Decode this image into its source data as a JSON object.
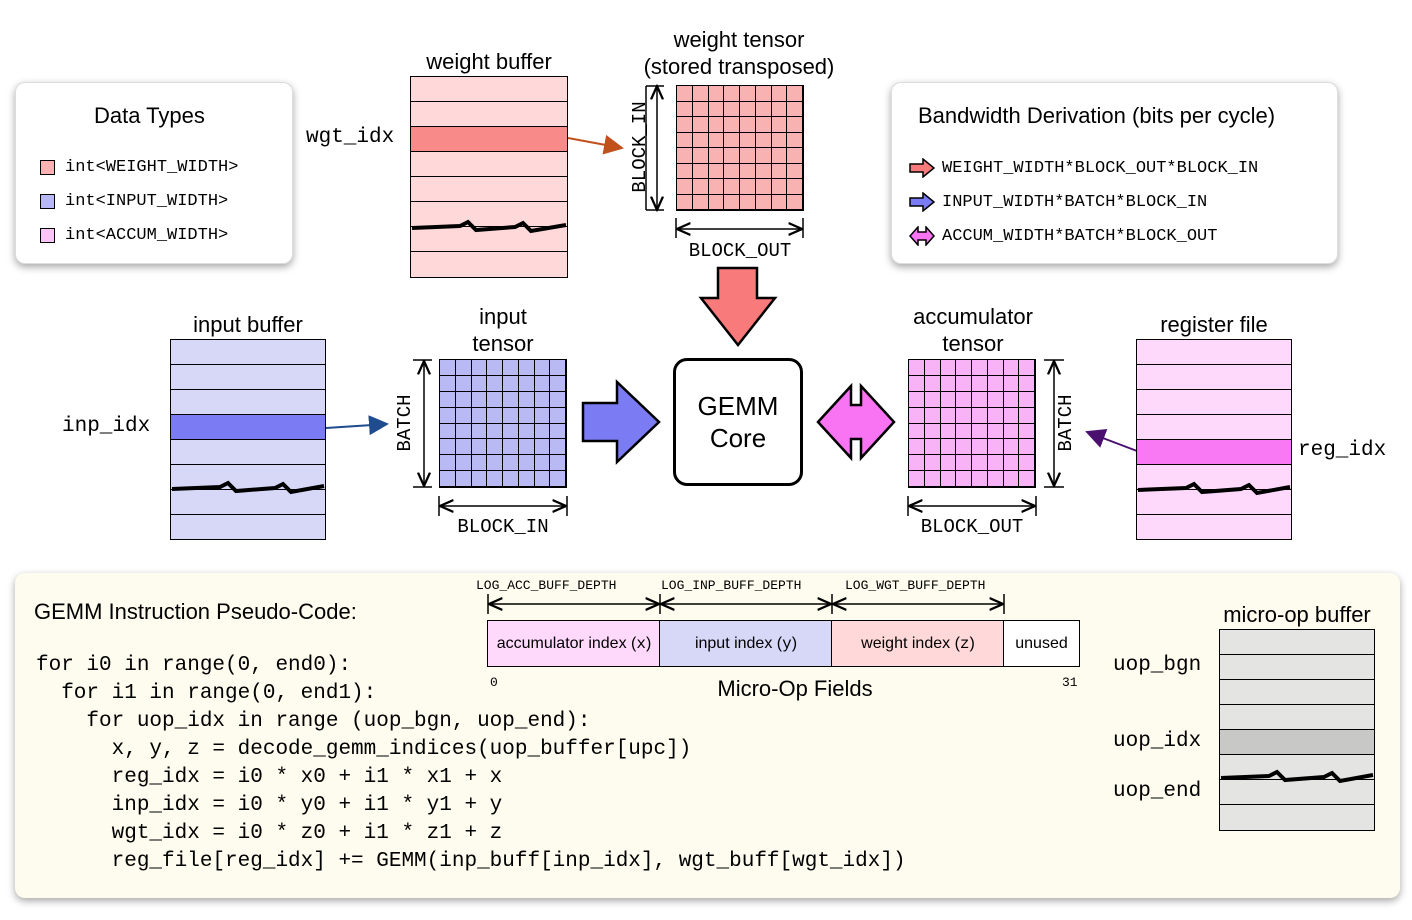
{
  "colors": {
    "weight": "#ffd9da",
    "weight_hi": "#f98a8a",
    "weight_grid": "#f9b2b2",
    "input": "#d7d8f8",
    "input_hi": "#7b7bf4",
    "input_grid": "#b9b9f4",
    "accum": "#fed9fc",
    "accum_hi": "#f978f4",
    "accum_grid": "#f8b2f6",
    "uop": "#e4e4e2",
    "uop_hi": "#c8c8c6",
    "arrow_weight": "#c0501c",
    "arrow_input": "#1f4b8f",
    "arrow_accum": "#4a1070"
  },
  "data_types": {
    "title": "Data Types",
    "items": [
      {
        "label": "int<WEIGHT_WIDTH>",
        "color": "#fab2b2"
      },
      {
        "label": "int<INPUT_WIDTH>",
        "color": "#b8b8f4"
      },
      {
        "label": "int<ACCUM_WIDTH>",
        "color": "#fbc4f8"
      }
    ]
  },
  "bandwidth": {
    "title": "Bandwidth Derivation (bits per cycle)",
    "items": [
      {
        "label": "WEIGHT_WIDTH*BLOCK_OUT*BLOCK_IN",
        "icon": "red-arrow-icon"
      },
      {
        "label": "INPUT_WIDTH*BATCH*BLOCK_IN",
        "icon": "blue-arrow-icon"
      },
      {
        "label": "ACCUM_WIDTH*BATCH*BLOCK_OUT",
        "icon": "pink-double-arrow-icon"
      }
    ]
  },
  "weight_buffer": {
    "title": "weight buffer",
    "index_label": "wgt_idx"
  },
  "weight_tensor": {
    "title_line1": "weight tensor",
    "title_line2": "(stored transposed)",
    "dim_v": "BLOCK_IN",
    "dim_h": "BLOCK_OUT"
  },
  "input_buffer": {
    "title": "input buffer",
    "index_label": "inp_idx"
  },
  "input_tensor": {
    "title_line1": "input",
    "title_line2": "tensor",
    "dim_v": "BATCH",
    "dim_h": "BLOCK_IN"
  },
  "core": {
    "line1": "GEMM",
    "line2": "Core"
  },
  "accum_tensor": {
    "title_line1": "accumulator",
    "title_line2": "tensor",
    "dim_v": "BATCH",
    "dim_h": "BLOCK_OUT"
  },
  "register_file": {
    "title": "register file",
    "index_label": "reg_idx"
  },
  "pseudo_code": {
    "title": "GEMM Instruction Pseudo-Code:",
    "lines": [
      "for i0 in range(0, end0):",
      "  for i1 in range(0, end1):",
      "    for uop_idx in range (uop_bgn, uop_end):",
      "      x, y, z = decode_gemm_indices(uop_buffer[upc])",
      "      reg_idx = i0 * x0 + i1 * x1 + x",
      "      inp_idx = i0 * y0 + i1 * y1 + y",
      "      wgt_idx = i0 * z0 + i1 * z1 + z",
      "      reg_file[reg_idx] += GEMM(inp_buff[inp_idx], wgt_buff[wgt_idx])"
    ]
  },
  "micro_op": {
    "caption": "Micro-Op Fields",
    "depth_labels": [
      "LOG_ACC_BUFF_DEPTH",
      "LOG_INP_BUFF_DEPTH",
      "LOG_WGT_BUFF_DEPTH"
    ],
    "fields": [
      {
        "prefix": "accumulator index (",
        "var": "x",
        "suffix": ")"
      },
      {
        "prefix": "input index (",
        "var": "y",
        "suffix": ")"
      },
      {
        "prefix": "weight index (",
        "var": "z",
        "suffix": ")"
      },
      {
        "prefix": "unused",
        "var": "",
        "suffix": ""
      }
    ],
    "bit_start": "0",
    "bit_end": "31"
  },
  "uop_buffer": {
    "title": "micro-op buffer",
    "bgn_label": "uop_bgn",
    "idx_label": "uop_idx",
    "end_label": "uop_end"
  }
}
